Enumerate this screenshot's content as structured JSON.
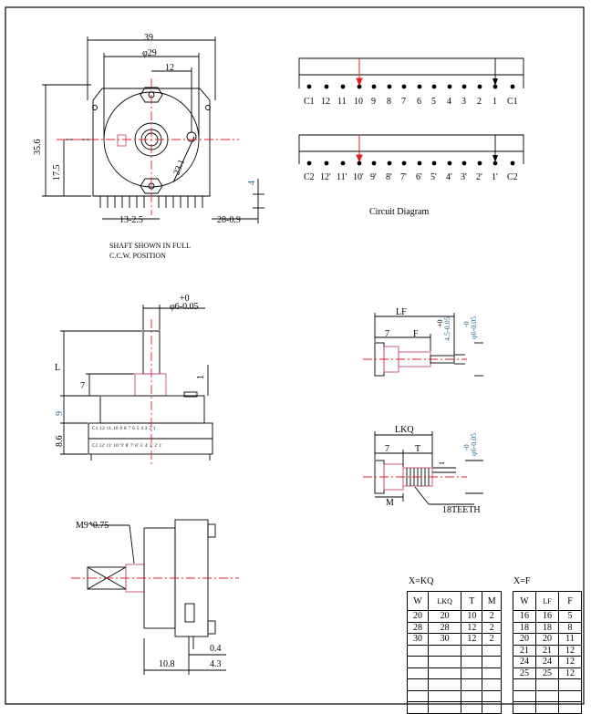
{
  "colors": {
    "line": "#000000",
    "center": "#e02020",
    "pink": "#c84a7a",
    "dim_blue": "#2c6a8a"
  },
  "top_view": {
    "dims": [
      "39",
      "φ29",
      "12",
      "35.6",
      "17.5",
      "23.1",
      "13-2.5",
      "28-0.9",
      "4"
    ],
    "note_line1": "SHAFT SHOWN IN FULL",
    "note_line2": "C.C.W. POSITION"
  },
  "circuit": {
    "row1": [
      "C1",
      "12",
      "11",
      "10",
      "9",
      "8",
      "7",
      "6",
      "5",
      "4",
      "3",
      "2",
      "1",
      "C1"
    ],
    "row2": [
      "C2",
      "12'",
      "11'",
      "10'",
      "9'",
      "8'",
      "7'",
      "6'",
      "5'",
      "4'",
      "3'",
      "2'",
      "1'",
      "C2"
    ],
    "title": "Circuit Diagram"
  },
  "side_view": {
    "dims": [
      "+0",
      "φ6-0.05",
      "L",
      "7",
      "1",
      "9",
      "8.6"
    ],
    "pin_labels_top": [
      "C1",
      "12",
      "11",
      "10",
      "9",
      "8",
      "7",
      "6",
      "5",
      "4",
      "3",
      "2",
      "1"
    ],
    "pin_labels_bottom": [
      "C2",
      "12'",
      "11'",
      "10'",
      "9'",
      "8'",
      "7'",
      "6'",
      "5'",
      "4'",
      "3'",
      "2'",
      "1'"
    ]
  },
  "shaft_f": {
    "dims": [
      "LF",
      "7",
      "F",
      "+0",
      "4.5-0.05",
      "-0",
      "φ6-0.05"
    ]
  },
  "shaft_kq": {
    "dims": [
      "LKQ",
      "7",
      "T",
      "1",
      "-0",
      "φ6-0.05",
      "M"
    ],
    "teeth": "18TEETH"
  },
  "bottom_view": {
    "dims": [
      "M9*0.75",
      "0.4",
      "10.8",
      "4.3"
    ]
  },
  "table_kq": {
    "title": "X=KQ",
    "headers": [
      "W",
      "LKQ",
      "T",
      "M"
    ],
    "rows": [
      [
        "20",
        "20",
        "10",
        "2"
      ],
      [
        "28",
        "28",
        "12",
        "2"
      ],
      [
        "30",
        "30",
        "12",
        "2"
      ]
    ],
    "empty_rows": 6
  },
  "table_f": {
    "title": "X=F",
    "headers": [
      "W",
      "LF",
      "F"
    ],
    "rows": [
      [
        "16",
        "16",
        "5"
      ],
      [
        "18",
        "18",
        "8"
      ],
      [
        "20",
        "20",
        "11"
      ],
      [
        "21",
        "21",
        "12"
      ],
      [
        "24",
        "24",
        "12"
      ],
      [
        "25",
        "25",
        "12"
      ]
    ],
    "empty_rows": 3
  }
}
